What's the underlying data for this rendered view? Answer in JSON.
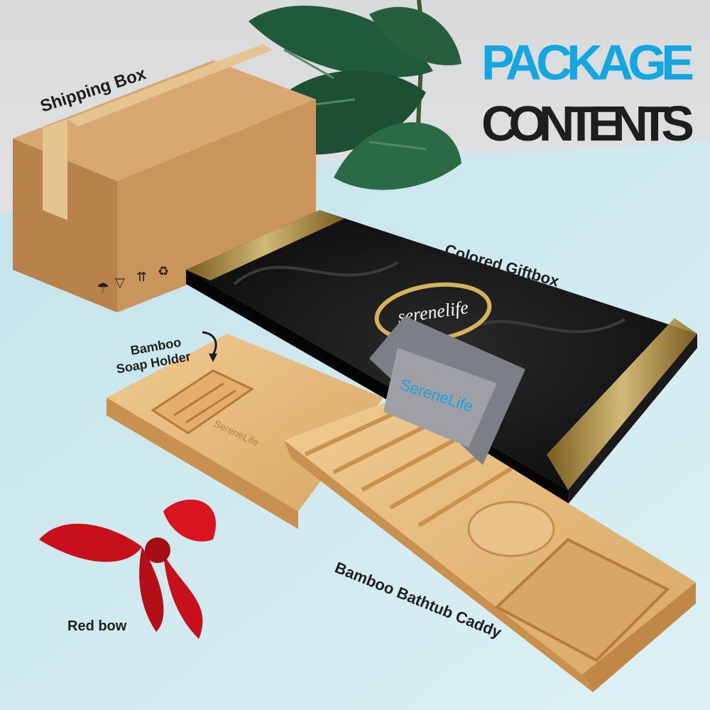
{
  "heading": {
    "line1": "PACKAGE",
    "line2": "CONTENTS",
    "line1_color": "#14a6e3",
    "line2_color": "#1e1e1e"
  },
  "labels": {
    "shipping_box": "Shipping Box",
    "giftbox": "Colored Giftbox",
    "soap_holder_line1": "Bamboo",
    "soap_holder_line2": "Soap Holder",
    "caddy": "Bamboo Bathtub Caddy",
    "bow": "Red bow"
  },
  "brand": {
    "gift_logo": "serenelife",
    "pillow_logo": "SereneLife",
    "engraving": "SereneLife"
  },
  "colors": {
    "wall": "#e6e7e8",
    "floor": "#cfe9ef",
    "cardboard": "#c9955a",
    "bamboo": "#e2b778",
    "giftbox": "#141414",
    "gold": "#c9a24a",
    "pillow": "#7d7f86",
    "bow": "#d0121c"
  },
  "icons": [
    "umbrella-icon",
    "glass-icon",
    "arrows-up-icon",
    "recycle-icon",
    "monstera-plant-icon",
    "curved-arrow-icon"
  ]
}
